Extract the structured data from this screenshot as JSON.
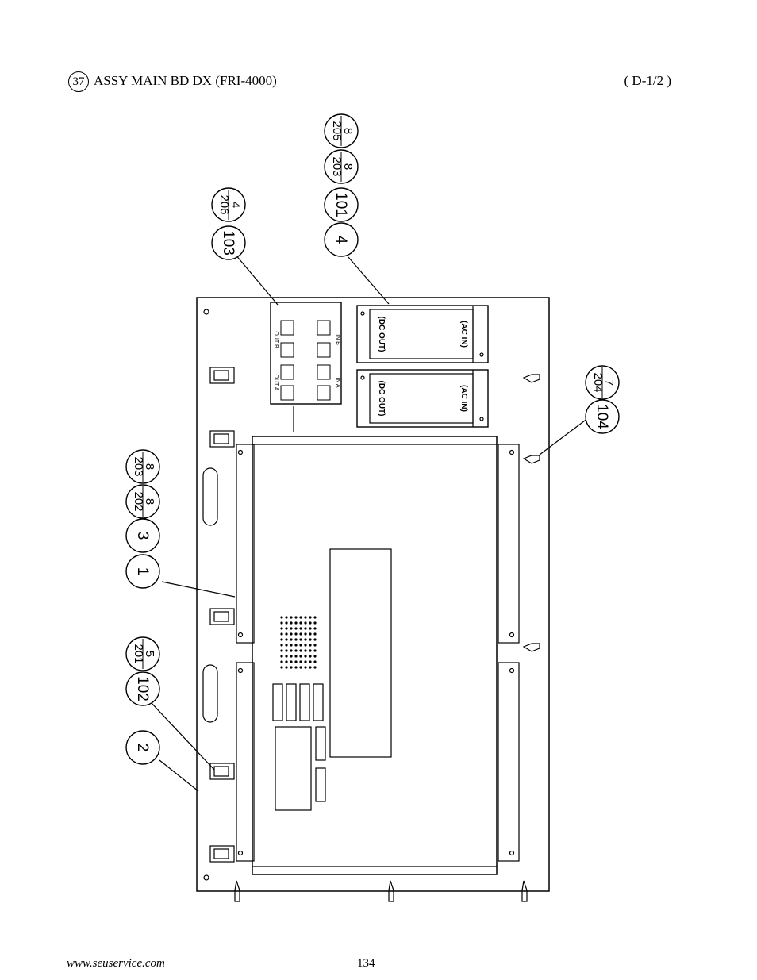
{
  "header": {
    "item_number": "37",
    "title": "ASSY MAIN BD DX (FRI-4000)",
    "code": "( D-1/2 )"
  },
  "callouts": [
    {
      "id": "c205",
      "num": "205",
      "qty": "8"
    },
    {
      "id": "c203a",
      "num": "203",
      "qty": "8"
    },
    {
      "id": "c101",
      "num": "101",
      "qty": ""
    },
    {
      "id": "c4",
      "num": "4",
      "qty": ""
    },
    {
      "id": "c206",
      "num": "206",
      "qty": "4"
    },
    {
      "id": "c103",
      "num": "103",
      "qty": ""
    },
    {
      "id": "c204",
      "num": "204",
      "qty": "7"
    },
    {
      "id": "c104",
      "num": "104",
      "qty": ""
    },
    {
      "id": "c203b",
      "num": "203",
      "qty": "8"
    },
    {
      "id": "c202",
      "num": "202",
      "qty": "8"
    },
    {
      "id": "c3",
      "num": "3",
      "qty": ""
    },
    {
      "id": "c1",
      "num": "1",
      "qty": ""
    },
    {
      "id": "c201",
      "num": "201",
      "qty": "5"
    },
    {
      "id": "c102",
      "num": "102",
      "qty": ""
    },
    {
      "id": "c2",
      "num": "2",
      "qty": ""
    }
  ],
  "psu_labels": {
    "dc_out": "(DC OUT)",
    "ac_in": "(AC IN)"
  },
  "terminal_labels": [
    "OUT B",
    "OUT A",
    "IN B",
    "IN A"
  ],
  "footer": {
    "url": "www.seuservice.com",
    "page": "134"
  }
}
